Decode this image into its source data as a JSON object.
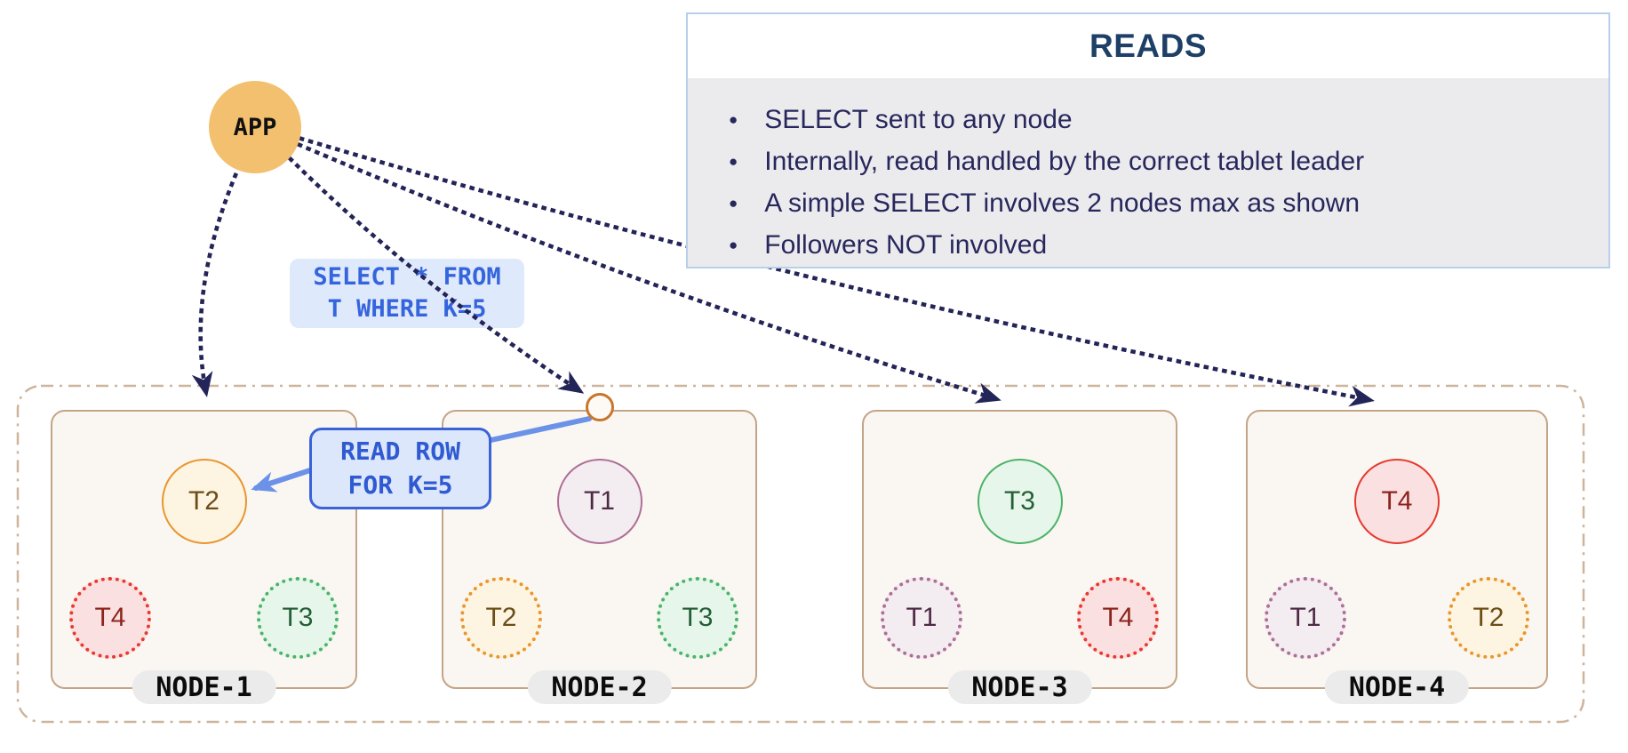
{
  "reads_panel": {
    "title": "READS",
    "bullet_glyph": "●",
    "bullets": [
      "SELECT sent to any node",
      "Internally, read handled by the correct tablet leader",
      "A simple SELECT involves 2 nodes max as shown",
      "Followers NOT involved"
    ]
  },
  "app": {
    "label": "APP"
  },
  "select_query": {
    "line1": "SELECT * FROM",
    "line2": "T WHERE K=5"
  },
  "read_row_callout": {
    "line1": "READ ROW",
    "line2": "FOR K=5"
  },
  "nodes": [
    {
      "label": "NODE-1",
      "leader": {
        "id": "T2",
        "color": "orange"
      },
      "followers": [
        {
          "id": "T4",
          "color": "red"
        },
        {
          "id": "T3",
          "color": "green"
        }
      ]
    },
    {
      "label": "NODE-2",
      "leader": {
        "id": "T1",
        "color": "mauve"
      },
      "followers": [
        {
          "id": "T2",
          "color": "orange"
        },
        {
          "id": "T3",
          "color": "green"
        }
      ]
    },
    {
      "label": "NODE-3",
      "leader": {
        "id": "T3",
        "color": "green"
      },
      "followers": [
        {
          "id": "T1",
          "color": "mauve"
        },
        {
          "id": "T4",
          "color": "red"
        }
      ]
    },
    {
      "label": "NODE-4",
      "leader": {
        "id": "T4",
        "color": "red"
      },
      "followers": [
        {
          "id": "T1",
          "color": "mauve"
        },
        {
          "id": "T2",
          "color": "orange"
        }
      ]
    }
  ],
  "colors": {
    "arrow_navy": "#232457",
    "blue_line": "#6c92e8",
    "blue_border": "#3a63d8",
    "blue_text": "#2f5ad1",
    "blue_bg": "#dce7fb",
    "select_bg": "#dfe9fc",
    "select_text": "#3565dd",
    "app_bg": "#f2c06f",
    "node_border": "#c3a487",
    "node_bg": "#faf7f3",
    "container_border": "#cdb49c",
    "pill_bg": "#ebebeb",
    "panel_border": "#b9d0ea",
    "panel_body_bg": "#ebebee",
    "title_color": "#1e3f66",
    "bullet_color": "#27275c",
    "orange_border": "#e8962e",
    "orange_bg": "#fdf4e1",
    "orange_text": "#6b4d15",
    "mauve_border": "#ae6f96",
    "mauve_bg": "#f3ecf1",
    "mauve_text": "#4e2a45",
    "green_border": "#4db369",
    "green_bg": "#e7f6ea",
    "green_text": "#235f36",
    "red_border": "#e63a2e",
    "red_bg": "#fbe0e2",
    "red_text": "#8c231c"
  }
}
